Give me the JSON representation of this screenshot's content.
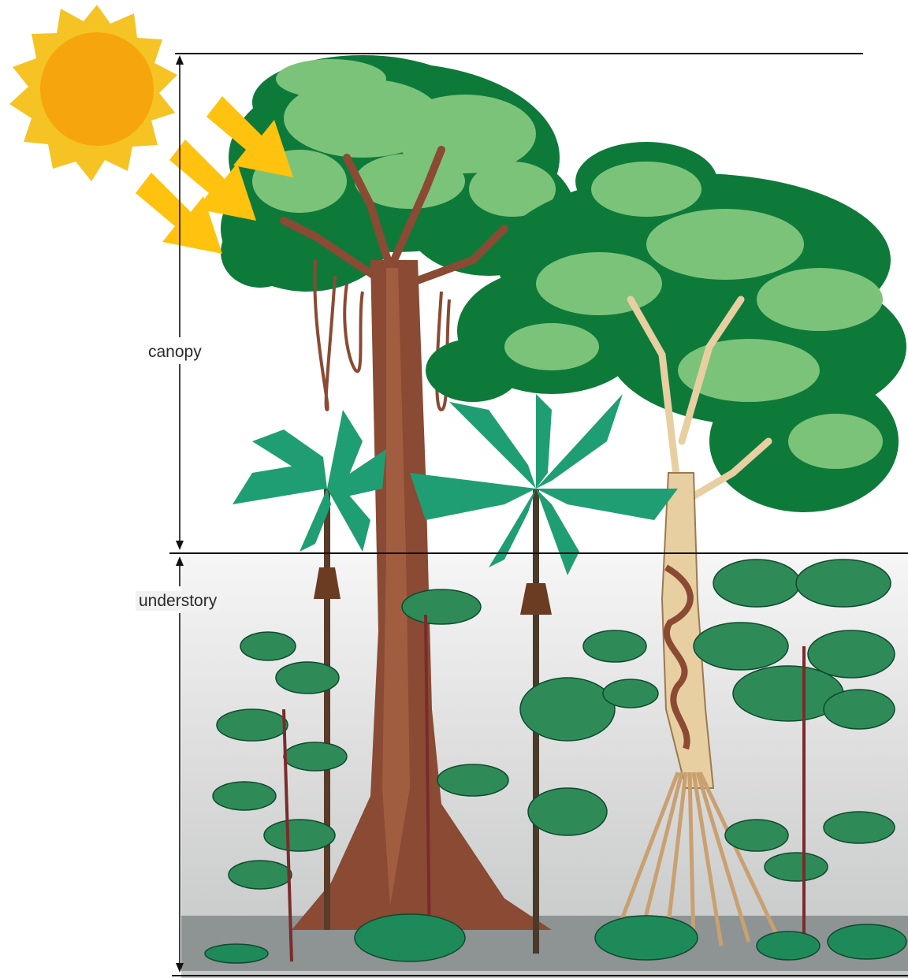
{
  "layers": [
    {
      "id": "canopy",
      "label": "canopy"
    },
    {
      "id": "understory",
      "label": "understory"
    }
  ],
  "colors": {
    "sun_rays": "#F5C324",
    "sun_core": "#F6A50C",
    "arrows": "#FFC20E",
    "canopy_dark": "#0E7A3A",
    "canopy_light": "#7CC37A",
    "palm": "#1F9E73",
    "trunk_brown": "#8A4A33",
    "trunk_pale": "#E8CFA2",
    "ground": "#8E9393",
    "line": "#111111"
  },
  "icons": [
    "sun-icon",
    "sunlight-arrows",
    "measure-arrows"
  ]
}
